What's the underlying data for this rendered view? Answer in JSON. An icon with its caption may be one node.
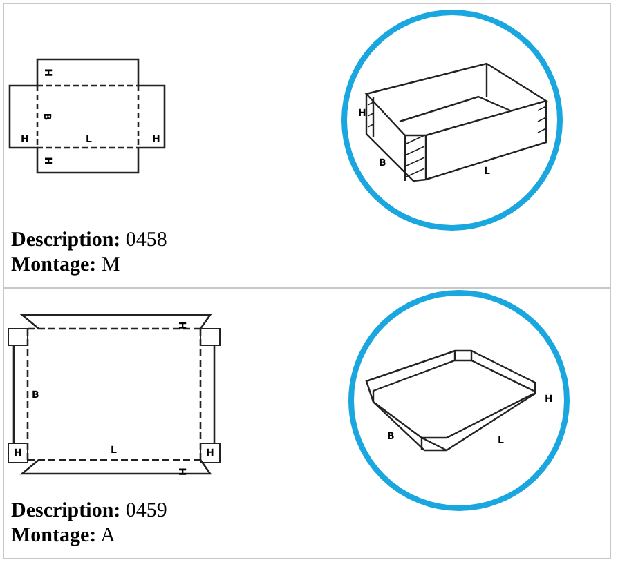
{
  "diagram": {
    "labels": [
      "H",
      "B",
      "H",
      "L",
      "H",
      "H",
      "H",
      "B",
      "L",
      "**Description:** 0458",
      "**Montage:** M",
      "H",
      "B",
      "H",
      "L",
      "H",
      "H",
      "H",
      "B",
      "L",
      "**Description:** 0459",
      "**Montage:** A"
    ]
  }
}
